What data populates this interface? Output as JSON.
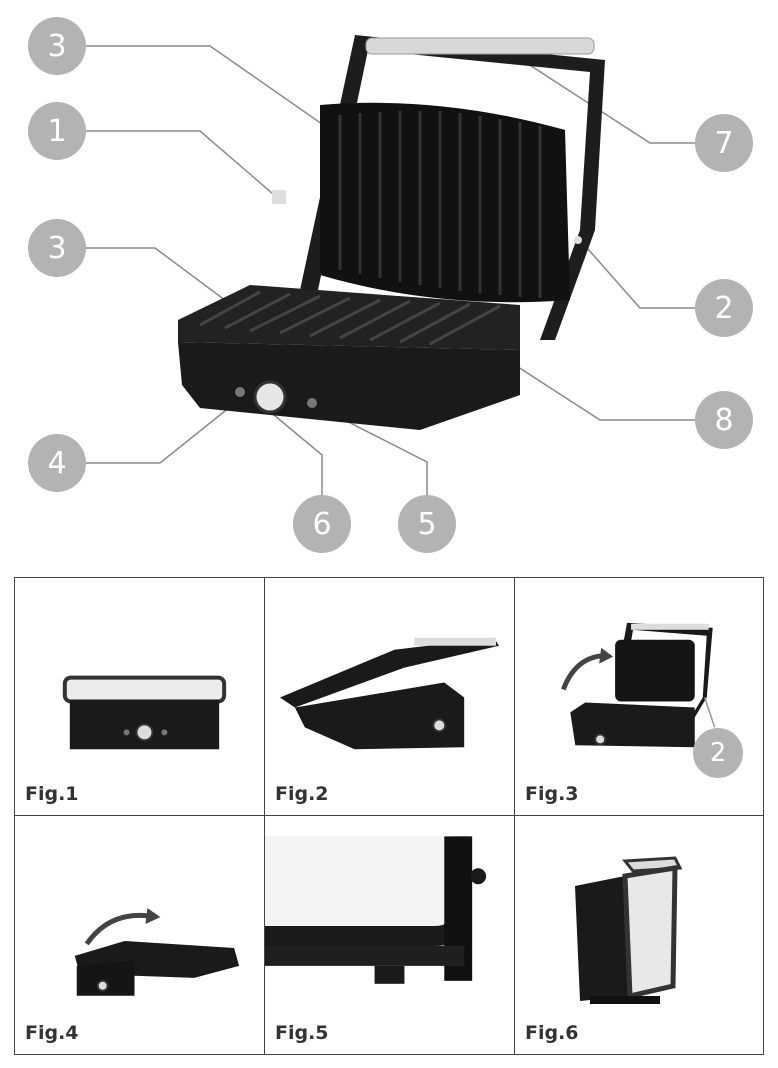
{
  "callouts": [
    "3",
    "1",
    "3",
    "4",
    "6",
    "5",
    "7",
    "2",
    "8"
  ],
  "figure_labels": [
    "Fig.1",
    "Fig.2",
    "Fig.3",
    "Fig.4",
    "Fig.5",
    "Fig.6"
  ],
  "fig3_callout": "2",
  "colors": {
    "callout": "#b3b3b3",
    "body": "#1a1a1a",
    "steel": "#c8c8c8"
  }
}
